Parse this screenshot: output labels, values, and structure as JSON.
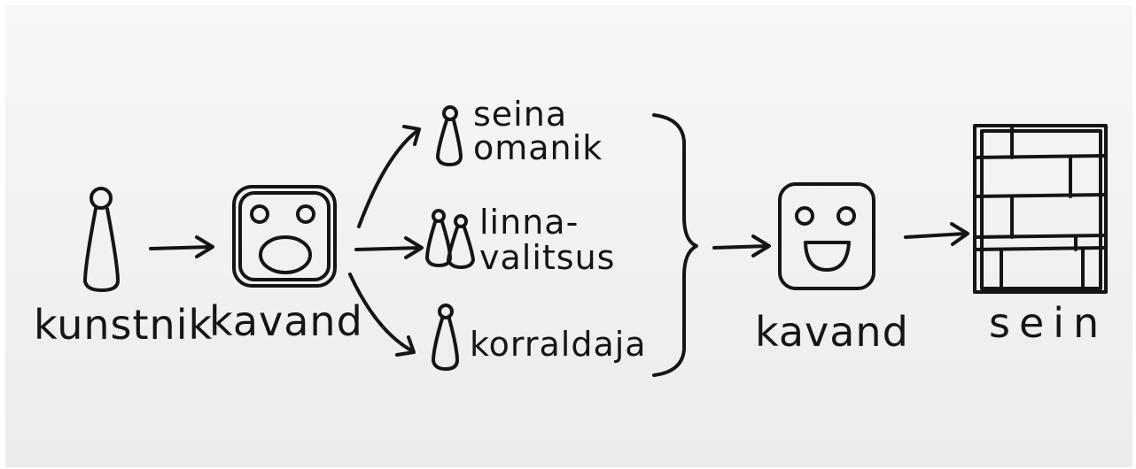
{
  "labels": {
    "artist": "kunstnik",
    "draft_before": "kavand",
    "wall_owner_line1": "seina",
    "wall_owner_line2": "omanik",
    "city_gov_line1": "linna-",
    "city_gov_line2": "valitsus",
    "organizer": "korraldaja",
    "draft_after": "kavand",
    "wall": "sein"
  },
  "colors": {
    "ink": "#151515",
    "paper": "#f1f1f0"
  }
}
